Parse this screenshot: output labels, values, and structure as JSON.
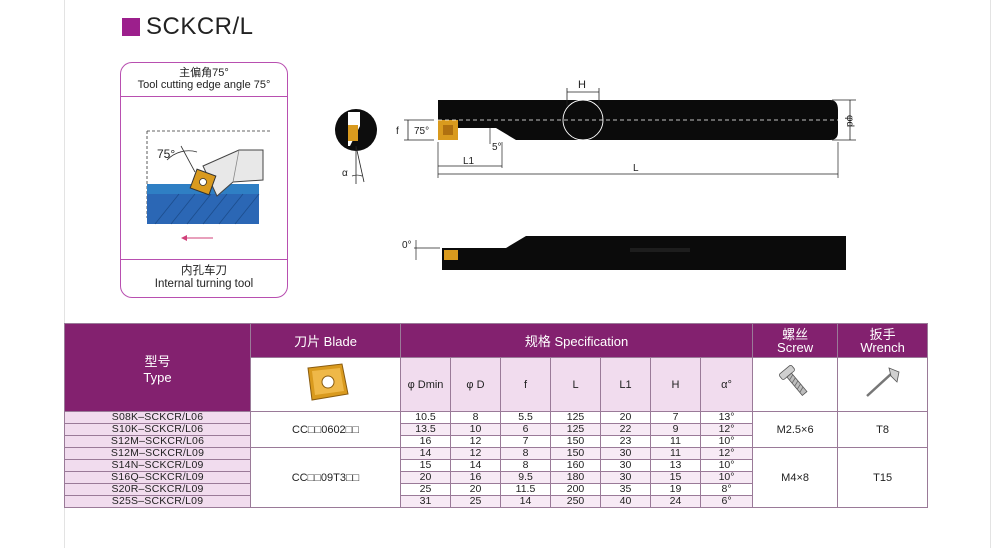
{
  "title": "SCKCR/L",
  "card": {
    "header_cn": "主偏角75°",
    "header_en": "Tool cutting edge angle 75°",
    "angle_label": "75°",
    "footer_cn": "内孔车刀",
    "footer_en": "Internal turning tool"
  },
  "drawing": {
    "H": "H",
    "phi_d": "φd",
    "f": "f",
    "angle_75": "75°",
    "angle_5": "5°",
    "L1": "L1",
    "L": "L",
    "alpha": "α",
    "angle_0": "0°"
  },
  "table": {
    "type_cn": "型号",
    "type_en": "Type",
    "blade": "刀片 Blade",
    "spec": "规格 Specification",
    "screw_cn": "螺丝",
    "screw_en": "Screw",
    "wrench_cn": "扳手",
    "wrench_en": "Wrench",
    "columns": [
      "φ Dmin",
      "φ D",
      "f",
      "L",
      "L1",
      "H",
      "α°"
    ],
    "groups": [
      {
        "blade": "CC□□0602□□",
        "screw": "M2.5×6",
        "wrench": "T8",
        "rows": [
          {
            "type": "S08K–SCKCR/L06",
            "vals": [
              "10.5",
              "8",
              "5.5",
              "125",
              "20",
              "7",
              "13°"
            ]
          },
          {
            "type": "S10K–SCKCR/L06",
            "vals": [
              "13.5",
              "10",
              "6",
              "125",
              "22",
              "9",
              "12°"
            ]
          },
          {
            "type": "S12M–SCKCR/L06",
            "vals": [
              "16",
              "12",
              "7",
              "150",
              "23",
              "11",
              "10°"
            ]
          }
        ]
      },
      {
        "blade": "CC□□09T3□□",
        "screw": "M4×8",
        "wrench": "T15",
        "rows": [
          {
            "type": "S12M–SCKCR/L09",
            "vals": [
              "14",
              "12",
              "8",
              "150",
              "30",
              "11",
              "12°"
            ]
          },
          {
            "type": "S14N–SCKCR/L09",
            "vals": [
              "15",
              "14",
              "8",
              "160",
              "30",
              "13",
              "10°"
            ]
          },
          {
            "type": "S16Q–SCKCR/L09",
            "vals": [
              "20",
              "16",
              "9.5",
              "180",
              "30",
              "15",
              "10°"
            ]
          },
          {
            "type": "S20R–SCKCR/L09",
            "vals": [
              "25",
              "20",
              "11.5",
              "200",
              "35",
              "19",
              "8°"
            ]
          },
          {
            "type": "S25S–SCKCR/L09",
            "vals": [
              "31",
              "25",
              "14",
              "250",
              "40",
              "24",
              "6°"
            ]
          }
        ]
      }
    ]
  },
  "colors": {
    "header_purple": "#83216f",
    "row_pink": "#f1dcee",
    "accent_square": "#9c1f8c",
    "insert_gold": "#d99a1e"
  }
}
